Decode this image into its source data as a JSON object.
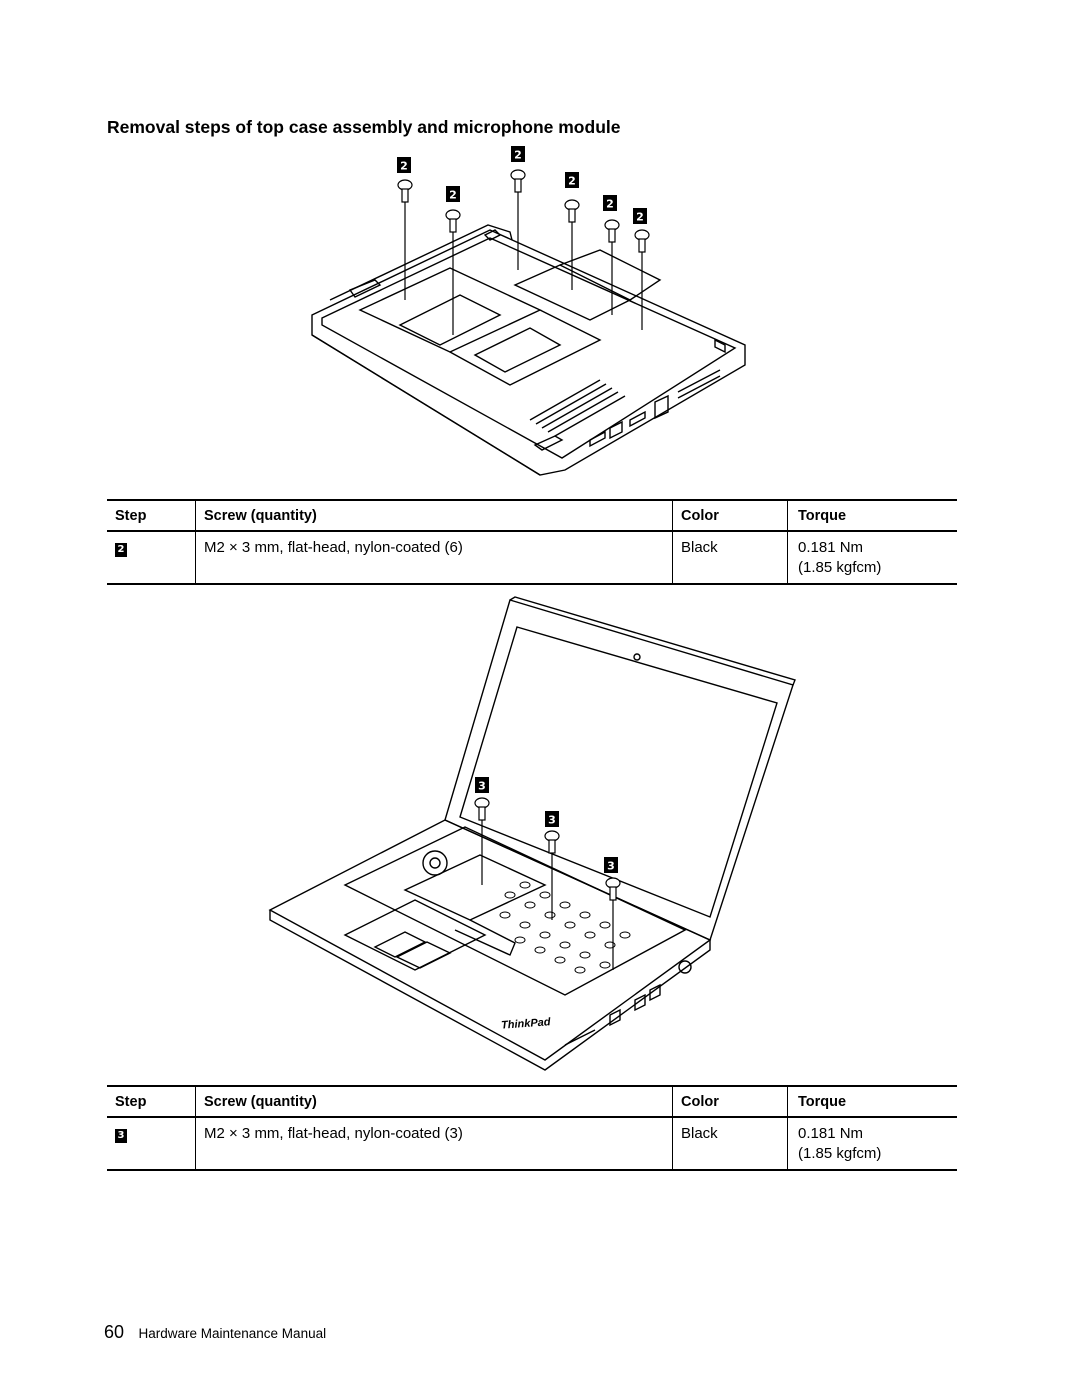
{
  "heading": "Removal steps of top case assembly and microphone module",
  "figure1": {
    "callout_label": "2"
  },
  "figure2": {
    "callout_label": "3",
    "brand_text": "ThinkPad"
  },
  "tables": [
    {
      "headers": {
        "step": "Step",
        "screw": "Screw (quantity)",
        "color": "Color",
        "torque": "Torque"
      },
      "row": {
        "step": "2",
        "screw": "M2 × 3 mm, flat-head, nylon-coated (6)",
        "color": "Black",
        "torque": "0.181 Nm",
        "torque_alt": "(1.85 kgfcm)"
      }
    },
    {
      "headers": {
        "step": "Step",
        "screw": "Screw (quantity)",
        "color": "Color",
        "torque": "Torque"
      },
      "row": {
        "step": "3",
        "screw": "M2 × 3 mm, flat-head, nylon-coated (3)",
        "color": "Black",
        "torque": "0.181 Nm",
        "torque_alt": "(1.85 kgfcm)"
      }
    }
  ],
  "footer": {
    "page_number": "60",
    "manual_title": "Hardware Maintenance Manual"
  }
}
